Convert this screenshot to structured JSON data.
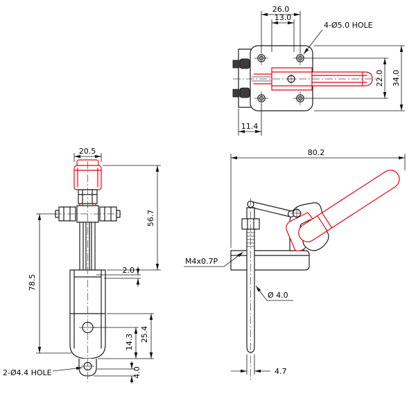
{
  "app": {
    "type": "technical-drawing",
    "subject": "latch type toggle clamp, three orthographic views"
  },
  "colors": {
    "part_line": "#1a1a1a",
    "accent_red": "#e8000d",
    "dim_line": "#111111",
    "background": "#ffffff"
  },
  "views": {
    "top": {
      "label": "top view",
      "dims": {
        "hole_span": "26.0",
        "slot_span": "13.0",
        "holes_note": "4-Ø5.0 HOLE",
        "hole_pitch_vertical": "22.0",
        "plate_height": "34.0",
        "bracket_offset": "11.4"
      }
    },
    "front": {
      "label": "front view",
      "dims": {
        "grip_width": "20.5",
        "upper_height": "56.7",
        "overall_height": "78.5",
        "gap": "2.0",
        "base_section": "25.4",
        "hole_to_bottom": "14.3",
        "tab_thickness": "4.0",
        "holes_note": "2-Ø4.4 HOLE"
      }
    },
    "side": {
      "label": "side view",
      "dims": {
        "overall_length": "80.2",
        "thread_spec": "M4x0.7P",
        "rod_diameter": "Ø 4.0",
        "tip_width": "4.7"
      }
    }
  }
}
